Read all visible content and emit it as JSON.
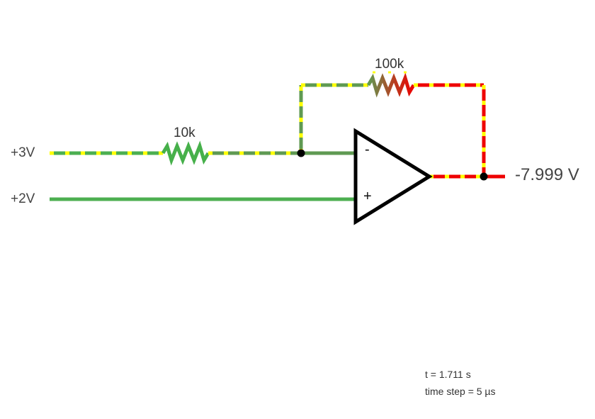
{
  "inputs": [
    {
      "label": "+3V"
    },
    {
      "label": "+2V"
    }
  ],
  "resistors": {
    "input": {
      "label": "10k"
    },
    "feedback": {
      "label": "100k"
    }
  },
  "opamp": {
    "inverting_symbol": "-",
    "noninverting_symbol": "+"
  },
  "output": {
    "label": "-7.999 V"
  },
  "status": {
    "time": "t = 1.711 s",
    "time_step": "time step = 5 µs"
  },
  "colors": {
    "wire_low": "#4caf50",
    "wire_mid": "#5f9a52",
    "wire_high": "#ee0000",
    "current_dots": "#ffff00",
    "node": "#000000",
    "opamp": "#000000"
  }
}
